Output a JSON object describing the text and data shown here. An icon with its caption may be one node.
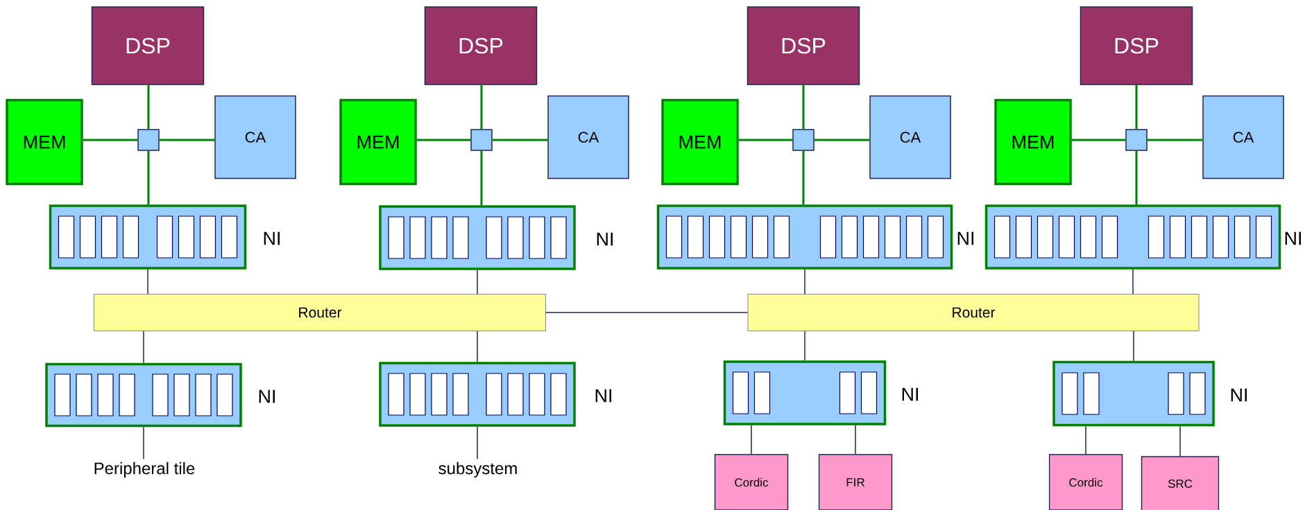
{
  "diagram": {
    "nodes": [
      {
        "text": [
          "DSP"
        ]
      },
      {
        "text": [
          "DSP"
        ]
      },
      {
        "text": [
          "DSP"
        ]
      },
      {
        "text": [
          "DSP"
        ]
      },
      {
        "text": [
          "MEM"
        ]
      },
      {
        "text": [],
        "shape": "box"
      },
      {
        "text": [
          "CA"
        ]
      },
      {
        "text": [
          "MEM"
        ]
      },
      {
        "text": [],
        "shape": "box"
      },
      {
        "text": [
          "CA"
        ]
      },
      {
        "text": [
          "MEM"
        ]
      },
      {
        "text": [],
        "shape": "box"
      },
      {
        "text": [
          "CA"
        ]
      },
      {
        "text": [
          "MEM"
        ]
      },
      {
        "text": [],
        "shape": "box"
      },
      {
        "text": [
          "CA"
        ]
      },
      {
        "text": [],
        "shape": "box",
        "beside": [
          "NI"
        ]
      },
      {
        "text": [],
        "shape": "box",
        "beside": [
          "NI"
        ]
      },
      {
        "text": [],
        "shape": "box",
        "beside": [
          "NI"
        ]
      },
      {
        "text": [],
        "shape": "box",
        "beside": [
          "NI"
        ]
      },
      {
        "text": [
          "Router"
        ]
      },
      {
        "text": [
          "Router"
        ]
      },
      {
        "text": [],
        "shape": "box",
        "beside": [
          "NI"
        ]
      },
      {
        "text": [],
        "shape": "box",
        "beside": [
          "NI"
        ]
      },
      {
        "text": [],
        "shape": "box",
        "beside": [
          "NI"
        ]
      },
      {
        "text": [],
        "shape": "box",
        "beside": [
          "NI"
        ]
      },
      {
        "text": [
          "Peripheral tile"
        ]
      },
      {
        "text": [
          "subsystem"
        ]
      },
      {
        "text": [
          "Cordic"
        ]
      },
      {
        "text": [
          "FIR"
        ]
      },
      {
        "text": [
          "Cordic"
        ]
      },
      {
        "text": [
          "SRC"
        ]
      }
    ],
    "edges": [
      {
        "from": 0,
        "to": 5,
        "arrow": "none"
      },
      {
        "from": 4,
        "to": 5,
        "arrow": "none"
      },
      {
        "from": 5,
        "to": 6,
        "arrow": "none"
      },
      {
        "from": 5,
        "to": 16,
        "arrow": "none"
      },
      {
        "from": 1,
        "to": 8,
        "arrow": "none"
      },
      {
        "from": 7,
        "to": 8,
        "arrow": "none"
      },
      {
        "from": 8,
        "to": 9,
        "arrow": "none"
      },
      {
        "from": 8,
        "to": 17,
        "arrow": "none"
      },
      {
        "from": 2,
        "to": 11,
        "arrow": "none"
      },
      {
        "from": 10,
        "to": 11,
        "arrow": "none"
      },
      {
        "from": 11,
        "to": 12,
        "arrow": "none"
      },
      {
        "from": 11,
        "to": 18,
        "arrow": "none"
      },
      {
        "from": 3,
        "to": 14,
        "arrow": "none"
      },
      {
        "from": 13,
        "to": 14,
        "arrow": "none"
      },
      {
        "from": 14,
        "to": 15,
        "arrow": "none"
      },
      {
        "from": 14,
        "to": 19,
        "arrow": "none"
      },
      {
        "from": 16,
        "to": 20,
        "arrow": "none",
        "color": "#1b2452"
      },
      {
        "from": 17,
        "to": 20,
        "arrow": "none",
        "color": "#1b2452"
      },
      {
        "from": 20,
        "to": 21,
        "arrow": "none",
        "color": "#1b2452"
      },
      {
        "from": 18,
        "to": 21,
        "arrow": "none",
        "color": "#1b2452"
      },
      {
        "from": 19,
        "to": 21,
        "arrow": "none",
        "color": "#1b2452"
      },
      {
        "from": 20,
        "to": 22,
        "arrow": "none",
        "color": "#1b2452"
      },
      {
        "from": 20,
        "to": 23,
        "arrow": "none",
        "color": "#1b2452"
      },
      {
        "from": 21,
        "to": 24,
        "arrow": "none",
        "color": "#1b2452"
      },
      {
        "from": 21,
        "to": 25,
        "arrow": "none",
        "color": "#1b2452"
      },
      {
        "from": 22,
        "to": 26,
        "arrow": "none",
        "color": "#1b2452"
      },
      {
        "from": 23,
        "to": 27,
        "arrow": "none",
        "color": "#1b2452"
      },
      {
        "from": 24,
        "to": 28,
        "arrow": "none",
        "color": "#1b2452"
      },
      {
        "from": 24,
        "to": 29,
        "arrow": "none",
        "color": "#1b2452"
      },
      {
        "from": 25,
        "to": 30,
        "arrow": "none",
        "color": "#1b2452"
      },
      {
        "from": 25,
        "to": 31,
        "arrow": "none",
        "color": "#1b2452"
      }
    ]
  }
}
